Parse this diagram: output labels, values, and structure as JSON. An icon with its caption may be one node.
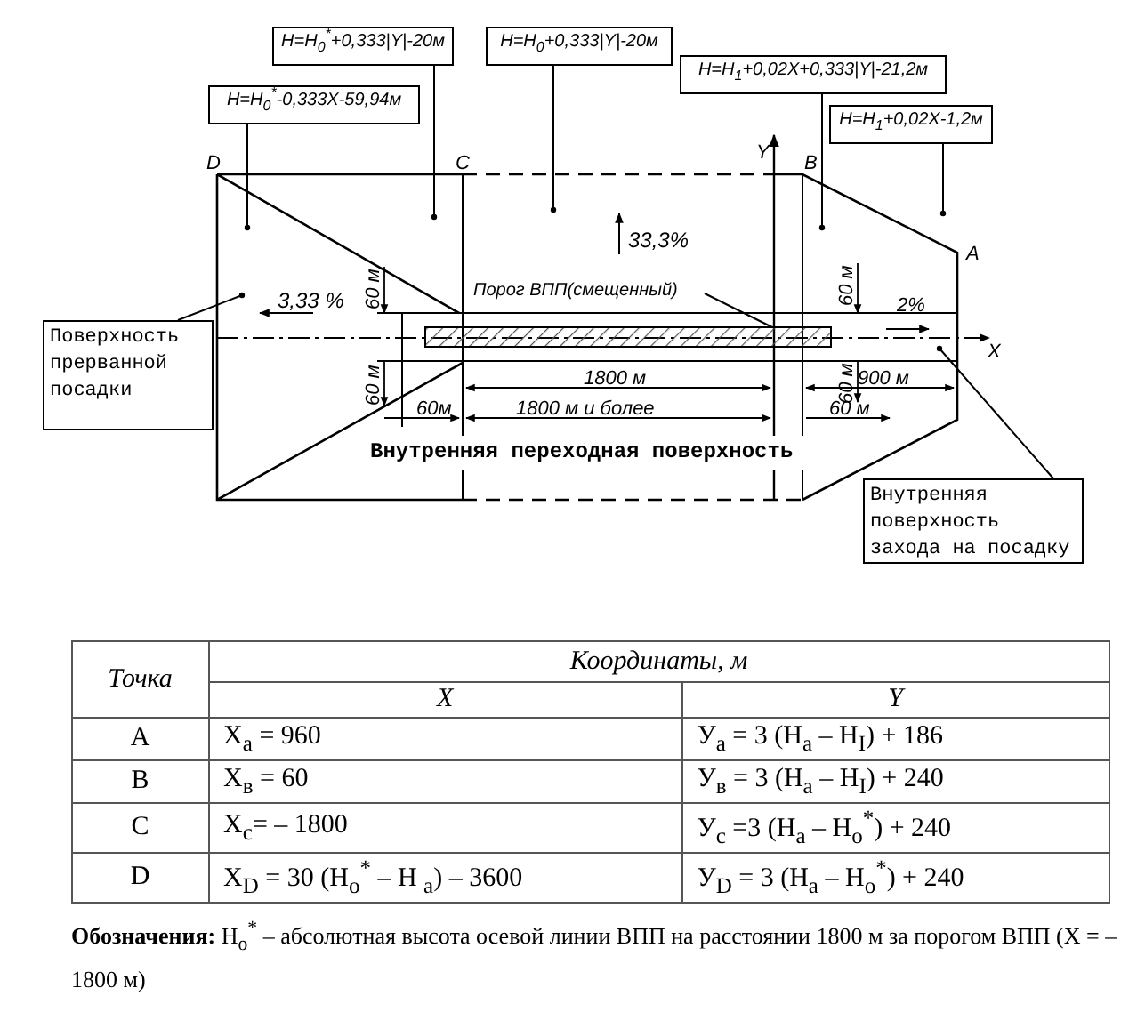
{
  "diagram": {
    "nodes": [
      {
        "text": [
          "H=H$_{0}$$^{*}$-0,333X-59,94м"
        ]
      },
      {
        "text": [
          "H=H$_{0}$$^{*}$+0,333|Y|-20м"
        ]
      },
      {
        "text": [
          "H=H$_{0}$+0,333|Y|-20м"
        ]
      },
      {
        "text": [
          "H=H$_{1}$+0,02X+0,333|Y|-21,2м"
        ]
      },
      {
        "text": [
          "H=H$_{1}$+0,02X-1,2м"
        ]
      },
      {
        "text": [
          "Поверхность прерванной посадки"
        ]
      },
      {
        "text": [
          "Внутренняя поверхность захода на посадку"
        ]
      },
      {
        "text": [],
        "shape": "bar"
      },
      {
        "text": [
          "Порог ВПП(смещенный)"
        ]
      }
    ],
    "edges": [
      {
        "from": 0,
        "to": null,
        "arrow": "other"
      },
      {
        "from": 1,
        "to": null,
        "arrow": "other"
      },
      {
        "from": 2,
        "to": null,
        "arrow": "other"
      },
      {
        "from": 3,
        "to": null,
        "arrow": "other"
      },
      {
        "from": 4,
        "to": null,
        "arrow": "other"
      },
      {
        "from": 5,
        "to": null,
        "arrow": "other"
      },
      {
        "from": 6,
        "to": null,
        "arrow": "other"
      },
      {
        "from": 8,
        "to": 7,
        "arrow": "none"
      }
    ],
    "labels": [
      "D",
      "C",
      "Y",
      "B",
      "33,3%",
      "A",
      "3,33 %",
      "60 м",
      "2%",
      "X",
      "60 м",
      "60 м",
      "1800 м",
      "60 м",
      "900 м",
      "60м",
      "1800 м и более",
      "60 м",
      "Внутренняя переходная поверхность",
      "Точка",
      "Координаты, м",
      "X",
      "Y",
      "A",
      "X$_{a}$ = 960",
      "У$_{a}$ = 3 (H$_{a}$ – H$_{I}$) + 186",
      "B",
      "X$_{в}$ = 60",
      "У$_{в}$ = 3 (H$_{a}$ – H$_{I}$) + 240",
      "C",
      "X$_{c}$= – 1800",
      "У$_{c}$ =3 (H$_{a}$ – H$_{o}$$^{*}$) + 240",
      "D",
      "X$_{D}$ = 30 (H$_{o}$$^{*}$ – H $_{a}$) – 3600",
      "У$_{D}$ = 3 (H$_{a}$ – H$_{o}$$^{*}$) + 240",
      "**Обозначения:** H$_{o}$$^{*}$ – абсолютная высота осевой линии ВПП на расстоянии 1800 м за порогом ВПП (X = – 1800 м)"
    ]
  }
}
